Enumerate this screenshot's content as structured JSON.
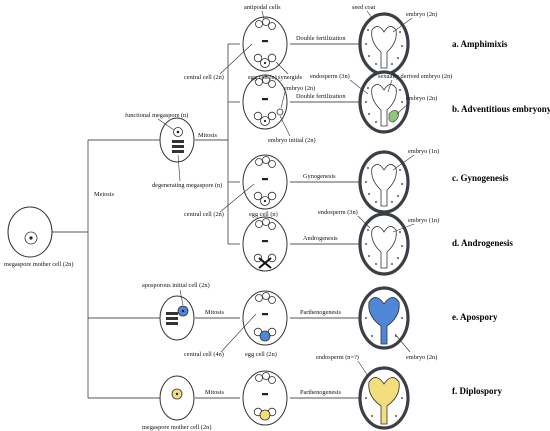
{
  "colors": {
    "apospory_blue": "#4f86d6",
    "diplospory_yellow": "#f2de7c",
    "adventitious_green": "#8cc97a",
    "seed_coat_gray": "#3a3f46"
  },
  "nodes": {
    "megaspore_mother_cell": "megaspore mother cell (2n)",
    "meiosis": "Meiosis",
    "functional_megaspore": "functional megaspore (n)",
    "degenerating_megaspore": "degenerating megaspore (n)",
    "mitosis_top": "Mitosis",
    "aposporous_initial": "aposporous initial cell (2n)",
    "mitosis_apospory": "Mitosis",
    "mitosis_diplospory": "Mitosis",
    "megaspore_mother_cell_2": "megaspore mother cell (2n)"
  },
  "sac_labels": {
    "antipodal_cells": "antipodal cells",
    "synergids": "synergids",
    "central_cell_1": "central cell (2n)",
    "egg_cell_1": "egg cell (n)",
    "embryo_2n_b": "embryo (2n)",
    "embryo_initial": "embryo initial (2n)",
    "central_cell_2": "central cell (2n)",
    "egg_cell_2": "egg cell (n)",
    "central_cell_4n": "central cell (4n)",
    "egg_cell_2n": "egg cell (2n)"
  },
  "processes": {
    "a": "Double fertilization",
    "b": "Double fertilization",
    "c": "Gynogenesis",
    "d": "Androgenesis",
    "e": "Parthenogenesis",
    "f": "Parthenogenesis"
  },
  "seed_labels": {
    "seed_coat": "seed coat",
    "embryo_a": "embryo (2n)",
    "endosperm_3n_b": "endosperm (3n)",
    "sexually_derived": "sexually derived embryo (2n)",
    "embryo_b_right": "embryo (2n)",
    "embryo_c": "embryo (1n)",
    "endosperm_3n_d": "endosperm (3n)",
    "embryo_d": "embryo (1n)",
    "endosperm_e": "endosperm (n=?)",
    "embryo_e": "embryo (2n)"
  },
  "rows": [
    "a. Amphimixis",
    "b. Adventitious embryony",
    "c. Gynogenesis",
    "d. Androgenesis",
    "e. Apospory",
    "f. Diplospory"
  ]
}
